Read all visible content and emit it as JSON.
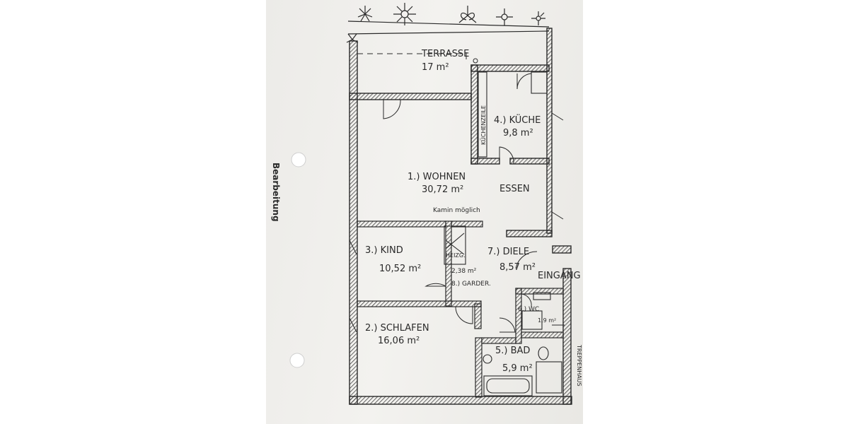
{
  "plan": {
    "rooms": {
      "terrasse": {
        "name": "TERRASSE",
        "area": "17 m²"
      },
      "wohnen": {
        "name": "1.) WOHNEN",
        "area": "30,72 m²"
      },
      "essen": {
        "name": "ESSEN"
      },
      "kamin_note": "Kamin möglich",
      "kueche": {
        "name": "4.) KÜCHE",
        "area": "9,8 m²"
      },
      "kuechenzeile": "KÜCHENZEILE",
      "kind": {
        "name": "3.) KIND",
        "area": "10,52 m²"
      },
      "heizung": {
        "name": "HEIZG."
      },
      "garderobe": {
        "area": "2,38 m²",
        "name": "8.) GARDER."
      },
      "diele": {
        "name": "7.) DIELE",
        "area": "8,57 m²"
      },
      "eingang": "EINGANG",
      "wc": {
        "name": "6.) WC",
        "area": "1,9 m²"
      },
      "schlafen": {
        "name": "2.) SCHLAFEN",
        "area": "16,06 m²"
      },
      "bad": {
        "name": "5.) BAD",
        "area": "5,9 m²"
      },
      "treppenhaus": "TREPPENHAUS"
    },
    "margin_text": "Bearbeitung",
    "colors": {
      "paper": "#efeeeb",
      "ink": "#2a2a2a",
      "hole": "#ffffff"
    }
  }
}
